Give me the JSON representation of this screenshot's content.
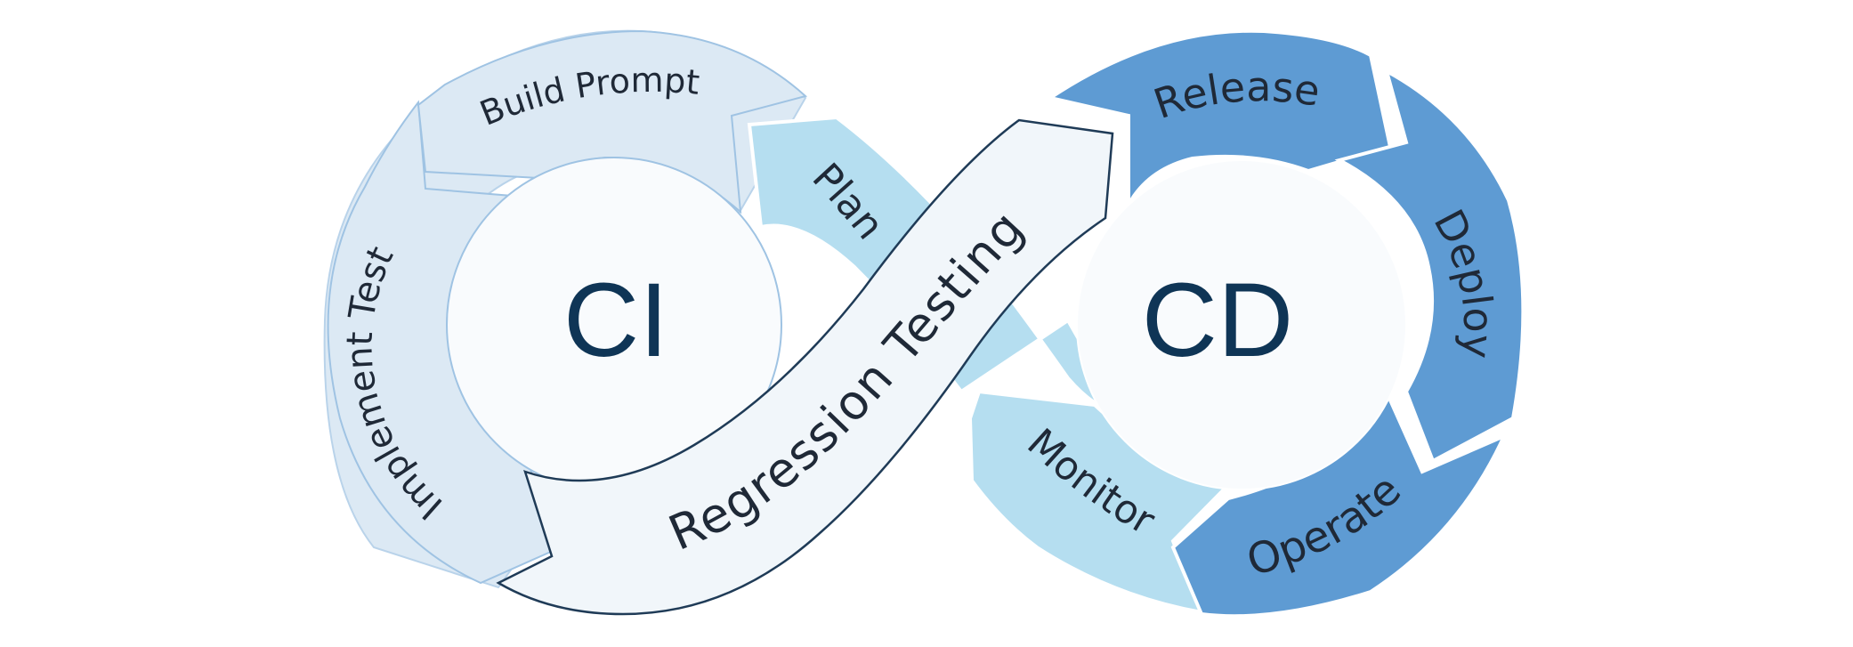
{
  "hubs": {
    "ci": "CI",
    "cd": "CD"
  },
  "segments": {
    "build_prompt": "Build Prompt",
    "implement_test": "Implement Test",
    "plan": "Plan",
    "regression_testing": "Regression Testing",
    "release": "Release",
    "deploy": "Deploy",
    "operate": "Operate",
    "monitor": "Monitor"
  },
  "colors": {
    "ci_pale": "#dce9f4",
    "cd_dark": "#5e9bd3",
    "light_blue": "#b5def0",
    "regression_band": "#f1f6fa",
    "hub_fill": "#f9fbfd",
    "hub_text": "#0f3556",
    "segment_text": "#1f2937"
  },
  "icons": []
}
